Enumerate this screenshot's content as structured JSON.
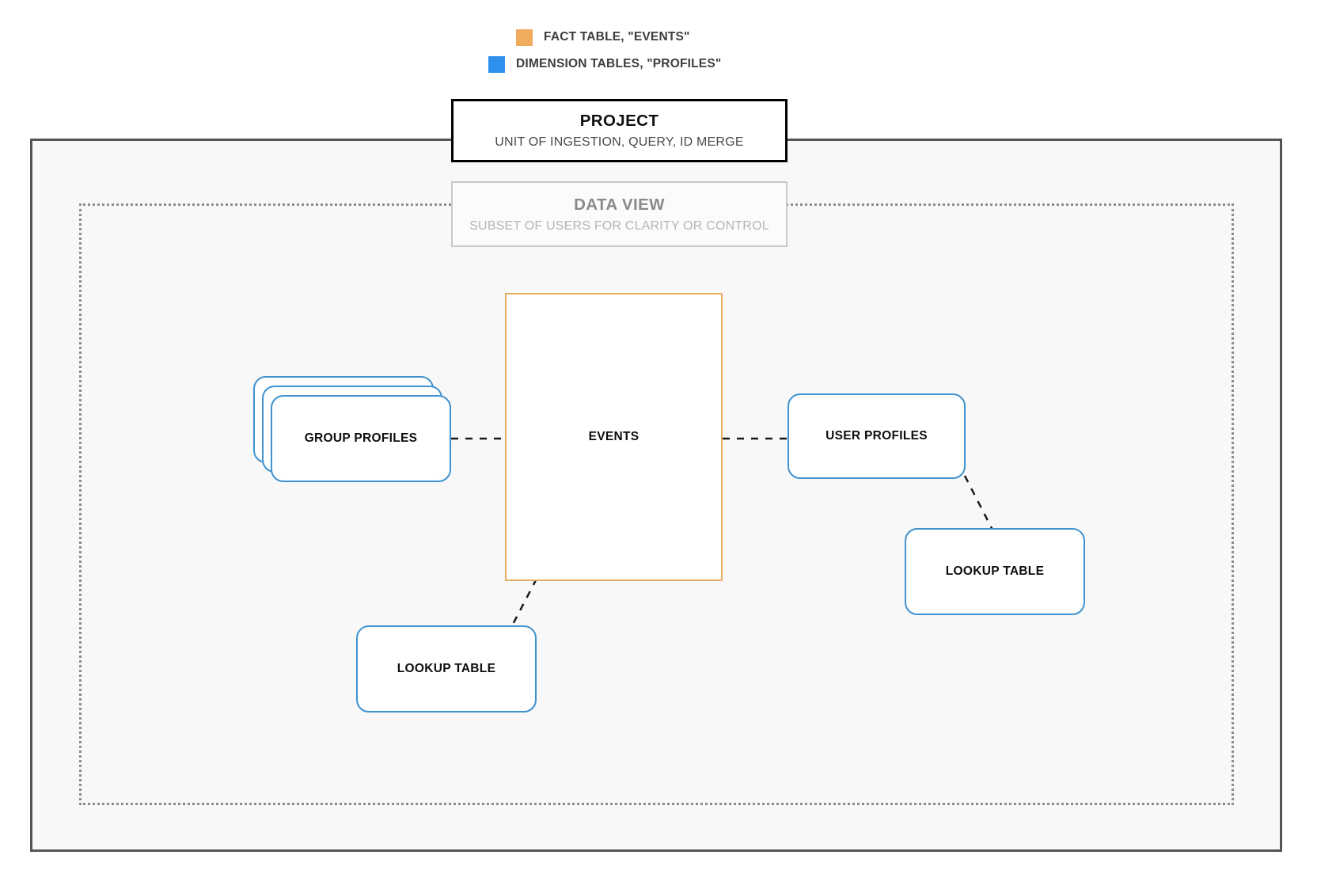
{
  "legend": {
    "items": [
      {
        "swatch_color": "#f0ab5f",
        "label": "FACT TABLE, \"EVENTS\"",
        "icon": "square-swatch-icon"
      },
      {
        "swatch_color": "#2e91ee",
        "label": "DIMENSION TABLES, \"PROFILES\"",
        "icon": "square-swatch-icon"
      }
    ]
  },
  "project": {
    "title": "PROJECT",
    "subtitle": "UNIT OF INGESTION, QUERY, ID MERGE",
    "border_color": "#000000"
  },
  "data_view": {
    "title": "DATA VIEW",
    "subtitle": "SUBSET OF USERS FOR CLARITY OR CONTROL",
    "border_color": "#c9c9c9",
    "text_color": "#8a8a8a"
  },
  "containers": {
    "outer_label": "project-container",
    "outer_border_color": "#555555",
    "outer_fill": "#f8f8f8",
    "inner_label": "data-view-container",
    "inner_border_color": "#8c8c8c"
  },
  "nodes": {
    "events": {
      "label": "EVENTS",
      "type": "fact-table",
      "border_color": "#e9ad62"
    },
    "group_profiles": {
      "label": "GROUP PROFILES",
      "type": "dimension-table",
      "border_color": "#3f92cf",
      "stack_count": 3
    },
    "user_profiles": {
      "label": "USER PROFILES",
      "type": "dimension-table",
      "border_color": "#3f92cf"
    },
    "lookup_right": {
      "label": "LOOKUP TABLE",
      "type": "dimension-table",
      "border_color": "#3f92cf"
    },
    "lookup_bottom": {
      "label": "LOOKUP TABLE",
      "type": "dimension-table",
      "border_color": "#3f92cf"
    }
  },
  "connectors": [
    {
      "from": "group-profiles",
      "to": "events",
      "style": "dashed"
    },
    {
      "from": "events",
      "to": "user-profiles",
      "style": "dashed"
    },
    {
      "from": "user-profiles",
      "to": "lookup-table-right",
      "style": "dashed"
    },
    {
      "from": "events",
      "to": "lookup-table-bottom",
      "style": "dashed"
    }
  ]
}
